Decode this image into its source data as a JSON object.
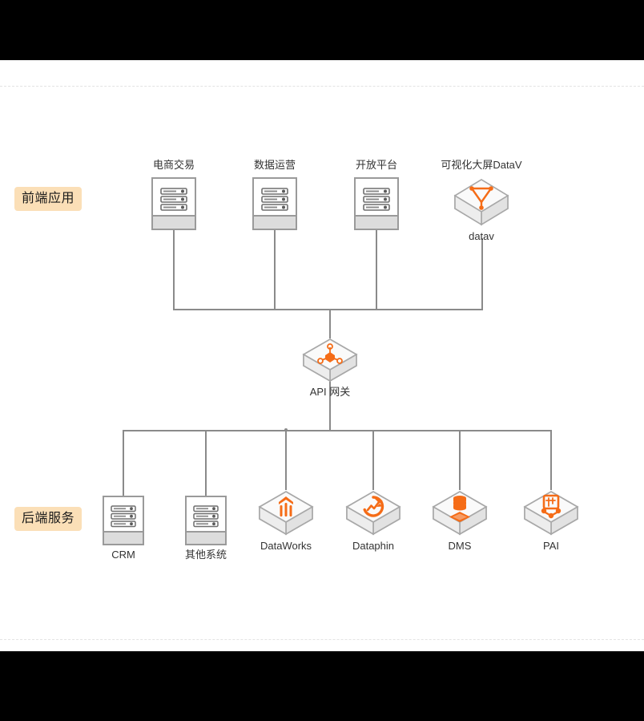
{
  "diagram": {
    "title": "Alibaba Cloud architecture diagram",
    "colors": {
      "accent_orange": "#f56c17",
      "tag_background": "#fbdfb7",
      "line_gray": "#8a8a8a",
      "icon_outline": "#9a9a9a",
      "text": "#333333",
      "page_background": "#ffffff",
      "letterbox": "#000000"
    },
    "sections": [
      {
        "id": "frontend",
        "label": "前端应用"
      },
      {
        "id": "backend",
        "label": "后端服务"
      }
    ],
    "frontend_nodes": [
      {
        "caption": "电商交易",
        "icon": "server-box-icon",
        "sublabel": ""
      },
      {
        "caption": "数据运营",
        "icon": "server-box-icon",
        "sublabel": ""
      },
      {
        "caption": "开放平台",
        "icon": "server-box-icon",
        "sublabel": ""
      },
      {
        "caption": "可视化大屏DataV",
        "icon": "datav-cube-icon",
        "sublabel": "datav"
      }
    ],
    "hub_node": {
      "caption": "API 网关",
      "icon": "api-gateway-cube-icon"
    },
    "backend_nodes": [
      {
        "caption": "CRM",
        "icon": "server-box-icon"
      },
      {
        "caption": "其他系统",
        "icon": "server-box-icon"
      },
      {
        "caption": "DataWorks",
        "icon": "dataworks-cube-icon"
      },
      {
        "caption": "Dataphin",
        "icon": "dataphin-cube-icon"
      },
      {
        "caption": "DMS",
        "icon": "dms-cube-icon"
      },
      {
        "caption": "PAI",
        "icon": "pai-cube-icon"
      }
    ]
  }
}
